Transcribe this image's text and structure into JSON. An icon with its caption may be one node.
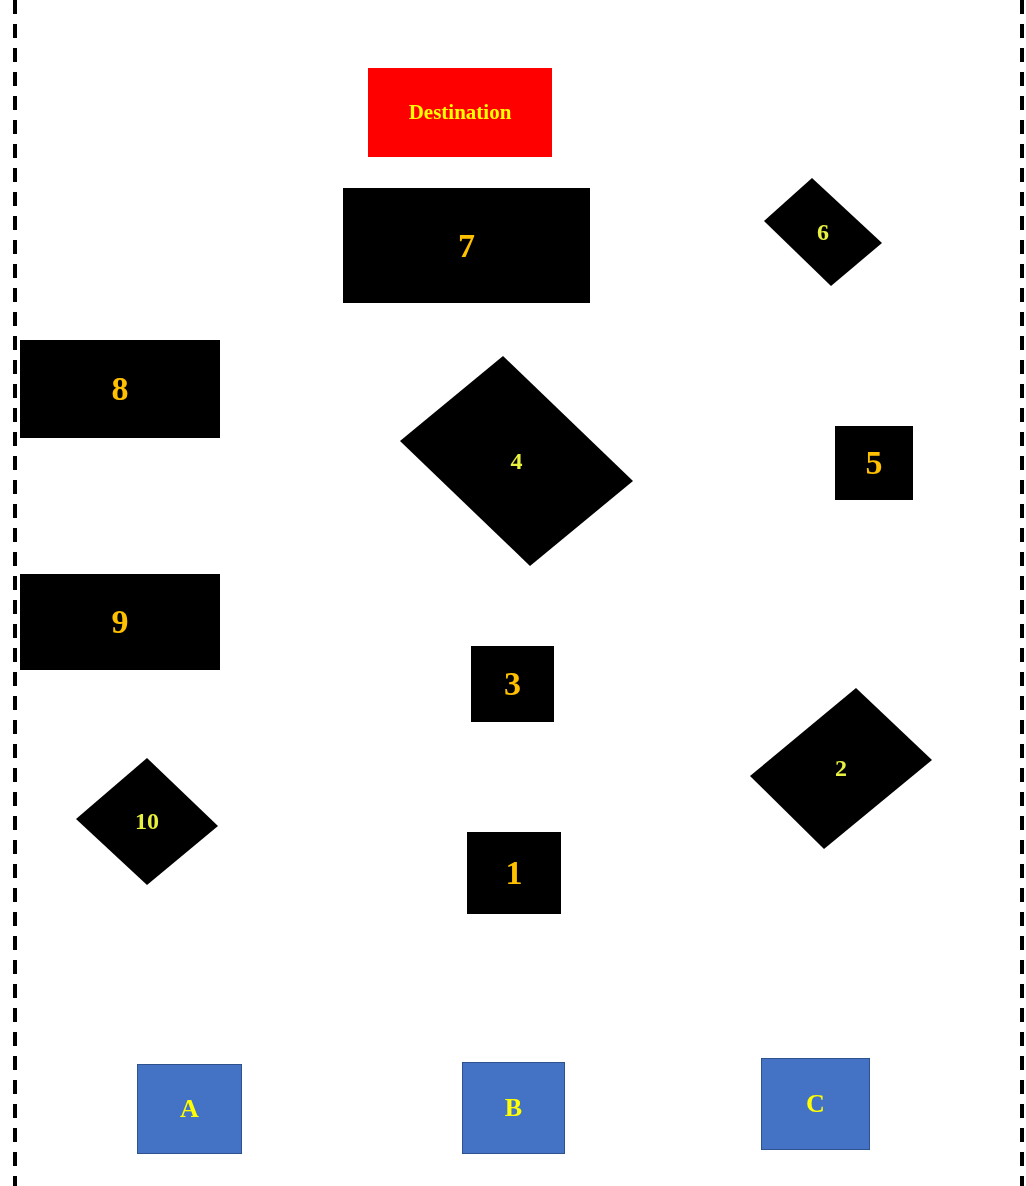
{
  "diagram": {
    "nodes": [
      {
        "text": [
          "Destination"
        ]
      },
      {
        "text": [
          "7"
        ]
      },
      {
        "text": [
          "6"
        ]
      },
      {
        "text": [
          "8"
        ]
      },
      {
        "text": [
          "4"
        ]
      },
      {
        "text": [
          "5"
        ]
      },
      {
        "text": [
          "9"
        ]
      },
      {
        "text": [
          "3"
        ]
      },
      {
        "text": [
          "2"
        ]
      },
      {
        "text": [
          "10"
        ]
      },
      {
        "text": [
          "1"
        ]
      },
      {
        "text": [
          "A"
        ]
      },
      {
        "text": [
          "B"
        ]
      },
      {
        "text": [
          "C"
        ]
      }
    ]
  }
}
